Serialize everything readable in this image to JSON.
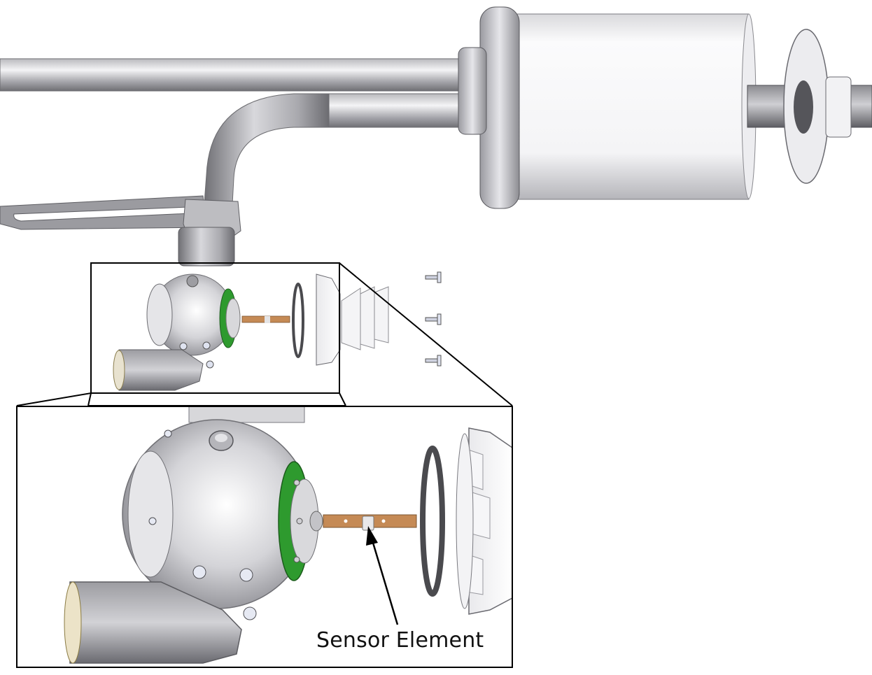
{
  "diagram": {
    "callout_label": "Sensor Element"
  },
  "colors": {
    "outline": "#000000",
    "metal_light": "#f2f2f4",
    "metal_mid": "#c4c4c8",
    "metal_dark": "#6e6e74",
    "flange_green": "#2e9a2e",
    "sensor_strip": "#c58a55",
    "ring_dark": "#4a4a4e"
  },
  "icons": [
    "assembly-drawing",
    "callout-arrow"
  ]
}
